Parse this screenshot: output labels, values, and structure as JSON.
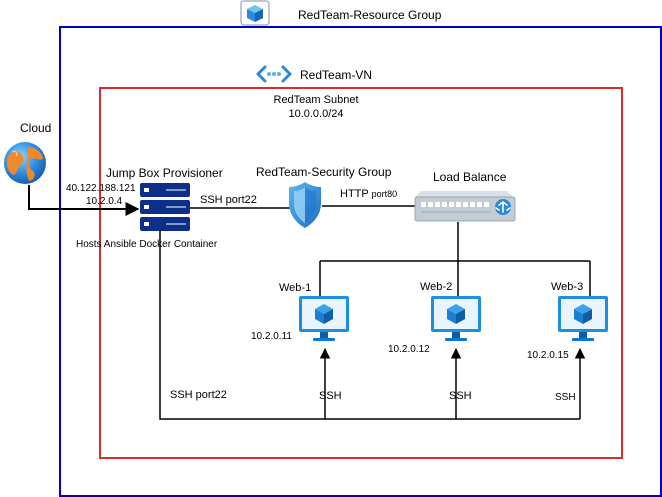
{
  "resource_group": {
    "label": "RedTeam-Resource Group",
    "border_color": "#0000cc"
  },
  "vnet": {
    "label": "RedTeam-VN"
  },
  "subnet": {
    "label": "RedTeam Subnet",
    "cidr": "10.0.0.0/24",
    "border_color": "#e0282e"
  },
  "cloud": {
    "label": "Cloud",
    "icon": "globe-icon"
  },
  "jumpbox": {
    "label": "Jump Box Provisioner",
    "public_ip": "40.122.188.121",
    "private_ip": "10.2.0.4",
    "description": "Hosts Ansible Docker Container",
    "icon": "server-icon"
  },
  "security_group": {
    "label": "RedTeam-Security Group",
    "icon": "shield-icon"
  },
  "load_balancer": {
    "label": "Load Balance",
    "icon": "load-balancer-icon"
  },
  "connections": {
    "ssh_jumpbox": "SSH port22",
    "http_prefix": "HTTP",
    "http_port": "port80",
    "ssh_bottom": "SSH port22",
    "ssh_web": "SSH"
  },
  "web_vms": [
    {
      "name": "Web-1",
      "ip": "10.2.0.11"
    },
    {
      "name": "Web-2",
      "ip": "10.2.0.12"
    },
    {
      "name": "Web-3",
      "ip": "10.2.0.15"
    }
  ],
  "colors": {
    "azure_blue": "#0a78d4",
    "monitor_dark": "#0f5fa0"
  }
}
